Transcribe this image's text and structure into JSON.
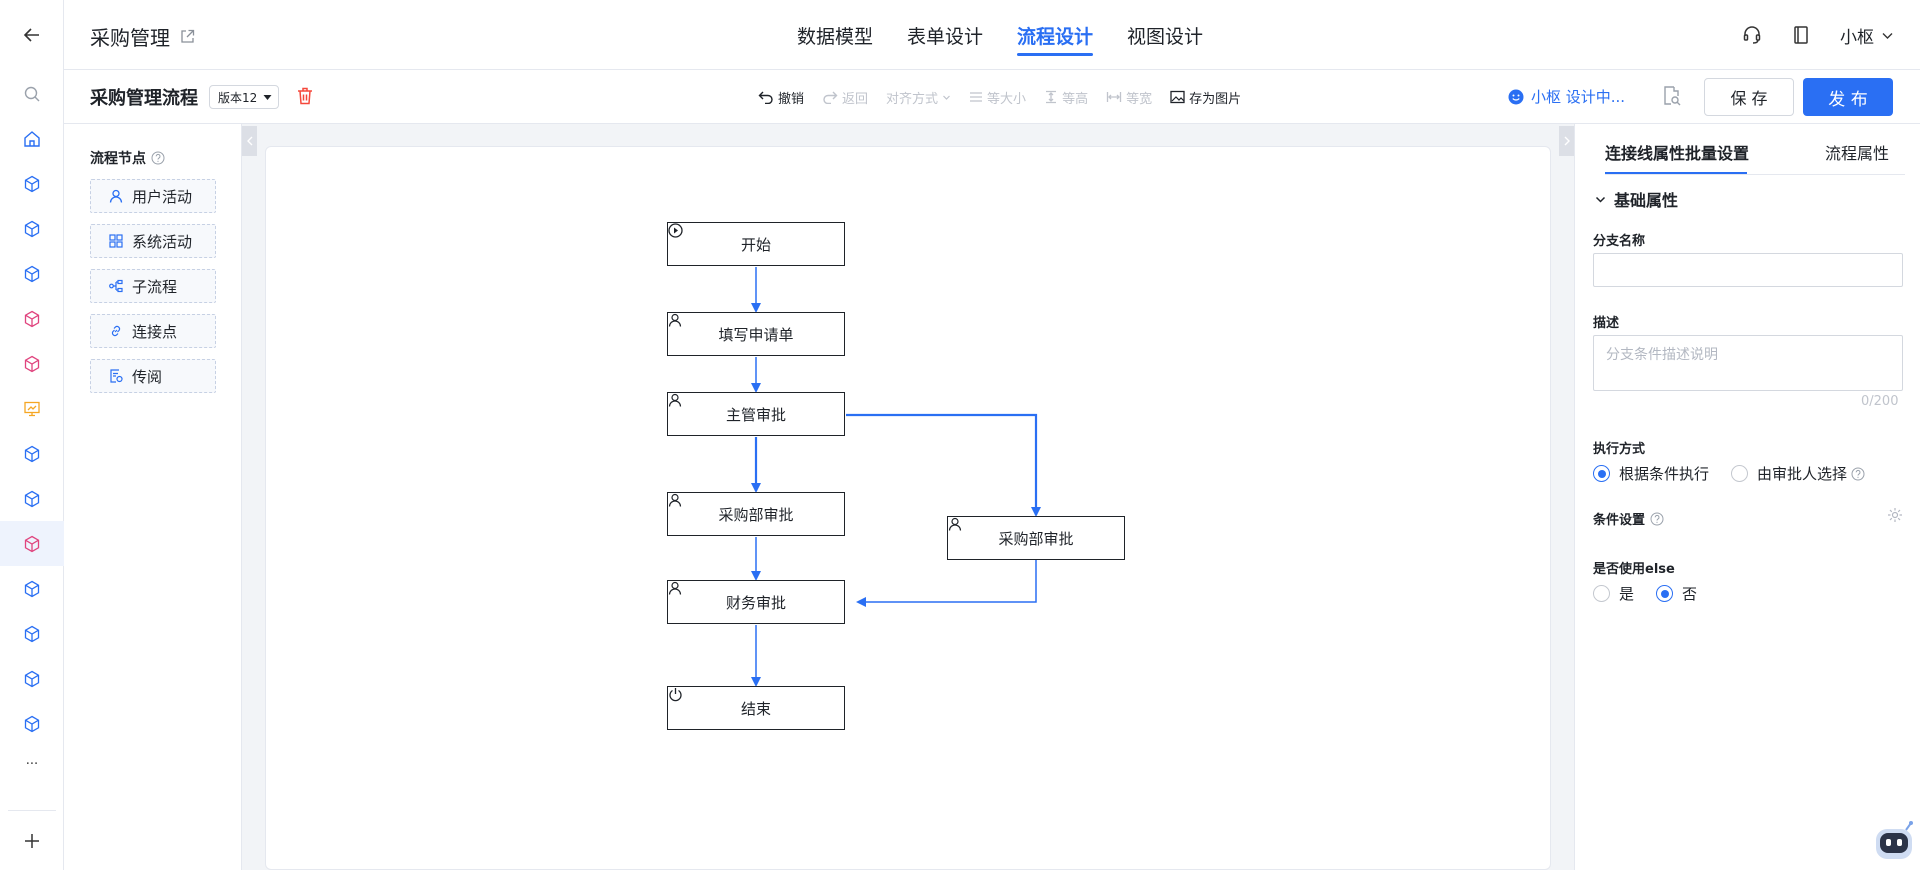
{
  "header": {
    "app_title": "采购管理",
    "tabs": [
      {
        "label": "数据模型",
        "active": false
      },
      {
        "label": "表单设计",
        "active": false
      },
      {
        "label": "流程设计",
        "active": true
      },
      {
        "label": "视图设计",
        "active": false
      }
    ],
    "user_name": "小枢"
  },
  "rail": {
    "icons": [
      "back-icon",
      "search-icon",
      "home-icon",
      "cube-icon",
      "cube-icon",
      "cube-icon",
      "cube-icon-pink",
      "cube-icon-pink",
      "chart-icon-orange",
      "cube-icon",
      "cube-icon",
      "cube-icon-pink-active",
      "cube-icon",
      "cube-icon",
      "cube-icon",
      "cube-icon",
      "more-icon",
      "add-icon"
    ],
    "more_label": "···",
    "active_index": 11
  },
  "toolbar": {
    "flow_title": "采购管理流程",
    "version_label": "版本12",
    "tools": [
      {
        "label": "撤销",
        "icon": "undo-icon",
        "enabled": true
      },
      {
        "label": "返回",
        "icon": "redo-icon",
        "enabled": false
      },
      {
        "label": "对齐方式",
        "icon": "",
        "enabled": false
      },
      {
        "label": "等大小",
        "icon": "same-size-icon",
        "enabled": false
      },
      {
        "label": "等高",
        "icon": "same-height-icon",
        "enabled": false
      },
      {
        "label": "等宽",
        "icon": "same-width-icon",
        "enabled": false
      },
      {
        "label": "存为图片",
        "icon": "image-icon",
        "enabled": true
      }
    ],
    "ai_status": "小枢 设计中...",
    "save_label": "保 存",
    "publish_label": "发 布"
  },
  "palette": {
    "title": "流程节点",
    "items": [
      {
        "label": "用户活动",
        "icon": "user-icon"
      },
      {
        "label": "系统活动",
        "icon": "grid-icon"
      },
      {
        "label": "子流程",
        "icon": "subflow-icon"
      },
      {
        "label": "连接点",
        "icon": "link-icon"
      },
      {
        "label": "传阅",
        "icon": "circulate-icon"
      }
    ]
  },
  "canvas": {
    "nodes": [
      {
        "id": "start",
        "label": "开始",
        "icon": "play-circle-icon"
      },
      {
        "id": "fill",
        "label": "填写申请单",
        "icon": "user-icon"
      },
      {
        "id": "manager",
        "label": "主管审批",
        "icon": "user-icon"
      },
      {
        "id": "purchase1",
        "label": "采购部审批",
        "icon": "user-icon"
      },
      {
        "id": "purchase2",
        "label": "采购部审批",
        "icon": "user-icon"
      },
      {
        "id": "finance",
        "label": "财务审批",
        "icon": "user-icon"
      },
      {
        "id": "end",
        "label": "结束",
        "icon": "power-icon"
      }
    ],
    "line_color": "#2a6ff3"
  },
  "panel": {
    "tabs": [
      {
        "label": "连接线属性批量设置",
        "active": true
      },
      {
        "label": "流程属性",
        "active": false
      }
    ],
    "section": "基础属性",
    "branch_name_label": "分支名称",
    "branch_name_value": "",
    "desc_label": "描述",
    "desc_placeholder": "分支条件描述说明",
    "desc_counter": "0/200",
    "exec_label": "执行方式",
    "exec_options": [
      {
        "label": "根据条件执行",
        "checked": true
      },
      {
        "label": "由审批人选择",
        "checked": false
      }
    ],
    "condition_label": "条件设置",
    "else_label": "是否使用else",
    "else_options": [
      {
        "label": "是",
        "checked": false
      },
      {
        "label": "否",
        "checked": true
      }
    ]
  },
  "colors": {
    "accent": "#2a6ff3",
    "danger": "#f5483b",
    "pink_icon": "#e0447e",
    "orange_icon": "#f5a623"
  }
}
